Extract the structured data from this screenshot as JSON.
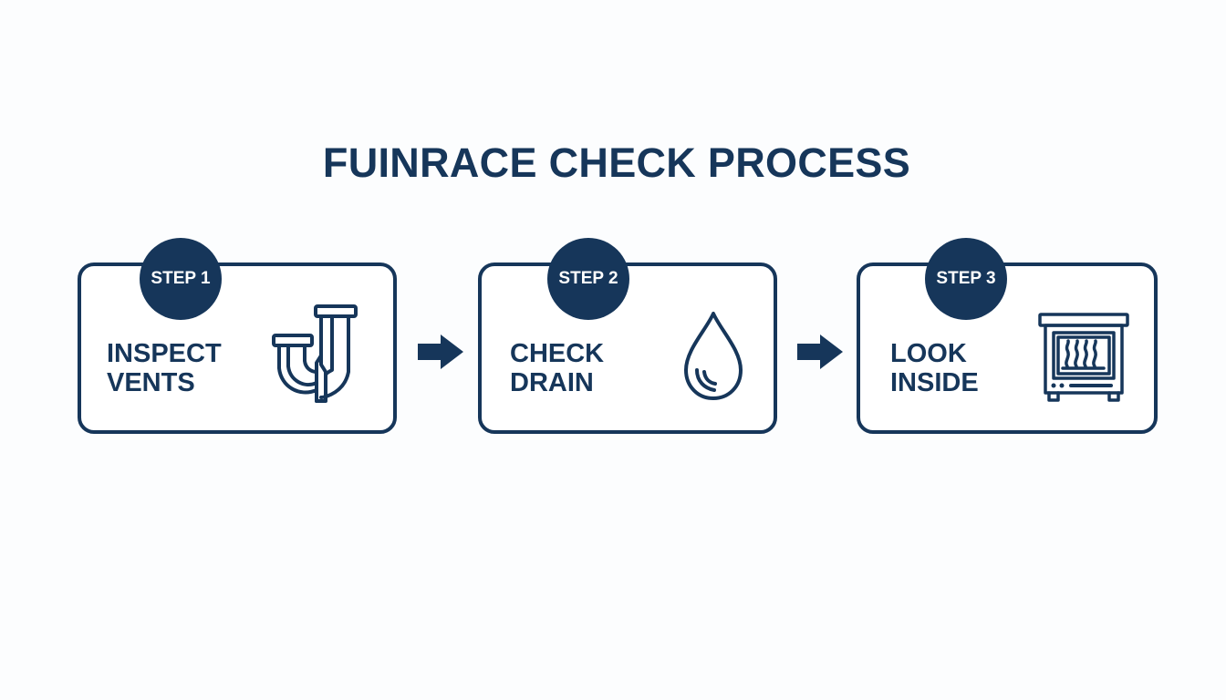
{
  "title": "FUINRACE CHECK PROCESS",
  "steps": [
    {
      "badge": "STEP 1",
      "line1": "INSPECT",
      "line2": "VENTS",
      "icon": "pipe-icon"
    },
    {
      "badge": "STEP 2",
      "line1": "CHECK",
      "line2": "DRAIN",
      "icon": "water-drop-icon"
    },
    {
      "badge": "STEP 3",
      "line1": "LOOK",
      "line2": "INSIDE",
      "icon": "furnace-icon"
    }
  ],
  "colors": {
    "primary": "#16365a",
    "background": "#fcfdfe"
  }
}
